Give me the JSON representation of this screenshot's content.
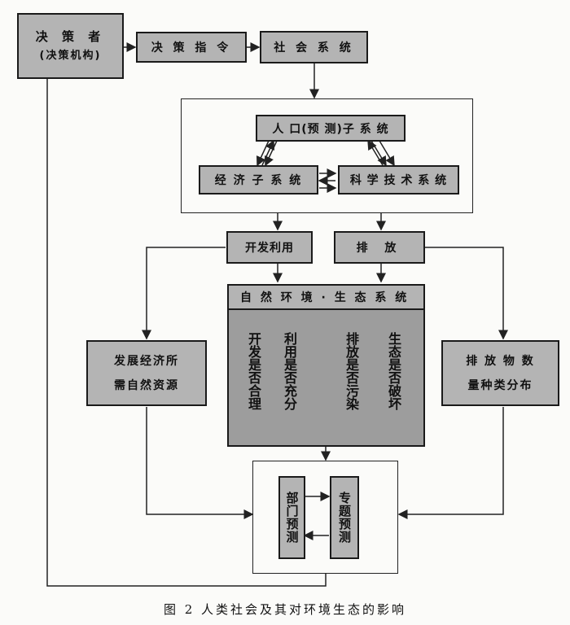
{
  "decision_maker": {
    "line1": "决 策 者",
    "line2": "(决策机构)"
  },
  "decision_order": "决 策 指 令",
  "social_system": "社 会 系 统",
  "population_subsystem": "人 口(预 测)子 系 统",
  "economic_subsystem": "经 济 子 系 统",
  "science_tech_system": "科 学 技 术 系 统",
  "develop_use": "开发利用",
  "discharge": "排 放",
  "eco_system_title": "自 然 环 境 · 生 态 系 统",
  "eco_questions": [
    "开发是否合理",
    "利用是否充分",
    "排放是否污染",
    "生态是否破坏"
  ],
  "resources_needed": {
    "line1": "发展经济所",
    "line2": "需自然资源"
  },
  "emission_distribution": {
    "line1": "排 放 物 数",
    "line2": "量种类分布"
  },
  "department_forecast": "部门预测",
  "special_forecast": "专题预测",
  "caption": "图 2 人类社会及其对环境生态的影响"
}
